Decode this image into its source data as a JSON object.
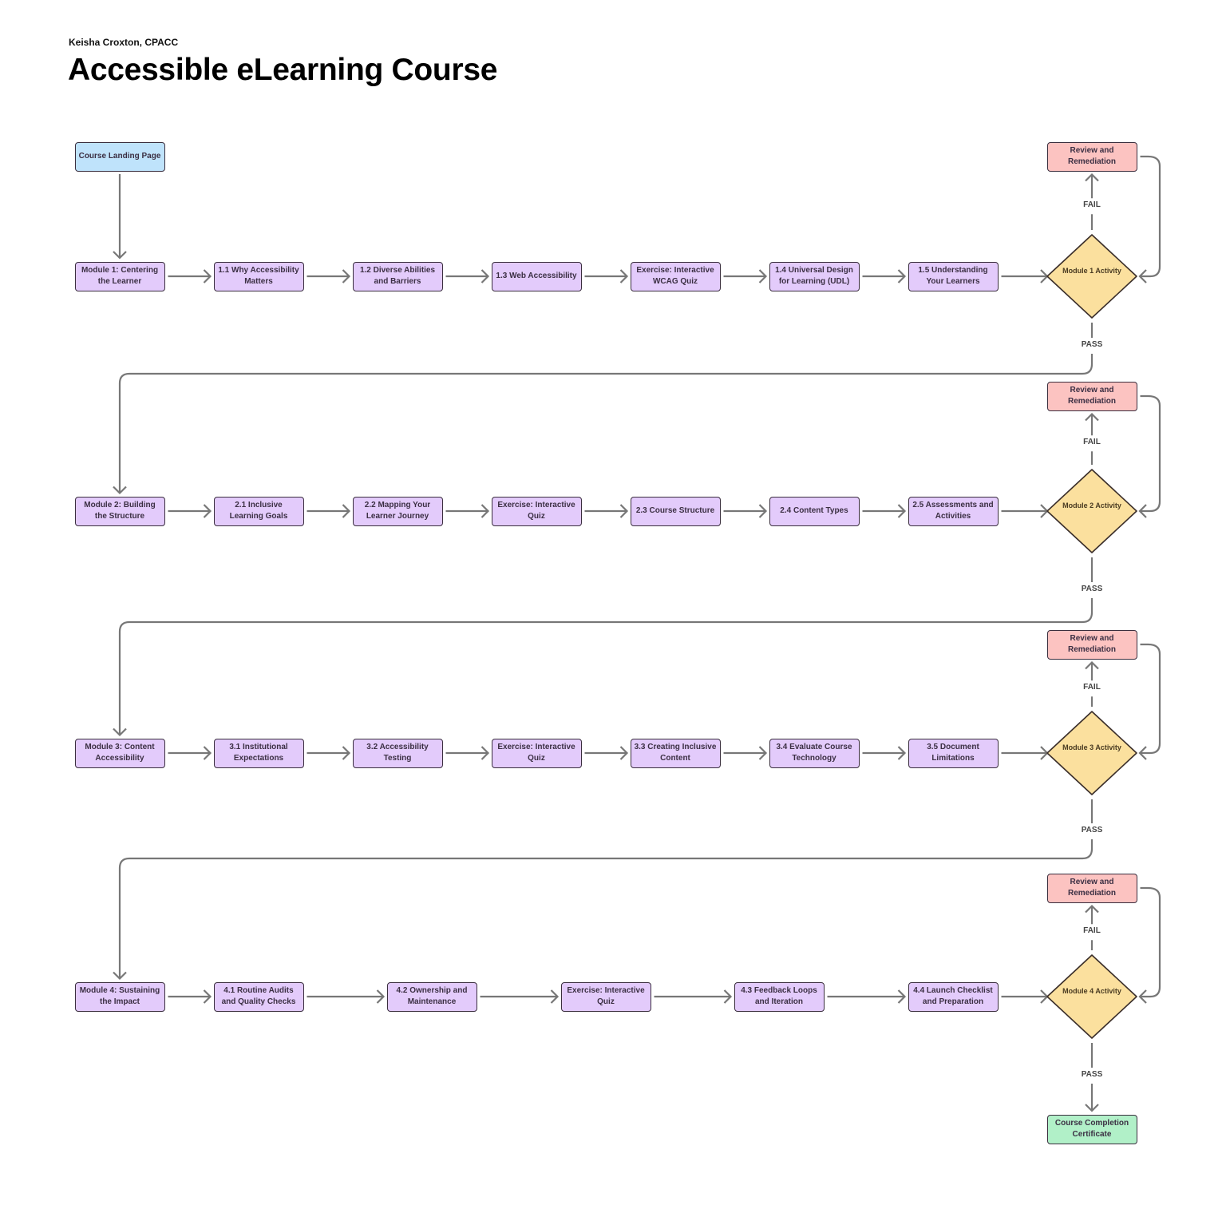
{
  "header": {
    "author": "Keisha Croxton, CPACC",
    "title": "Accessible eLearning Course"
  },
  "start": {
    "label": "Course Landing Page",
    "color": "#bfe3fb"
  },
  "colors": {
    "lesson": "#e3cbfb",
    "decision": "#fbe09e",
    "remediation": "#fcc3c1",
    "completion": "#b1f0c8",
    "start": "#bfe3fb",
    "edge": "#777777"
  },
  "modules": [
    {
      "nodes": [
        "Module 1: Centering the Learner",
        "1.1 Why Accessibility Matters",
        "1.2 Diverse Abilities and Barriers",
        "1.3  Web Accessibility",
        "Exercise: Interactive WCAG Quiz",
        "1.4  Universal Design for Learning (UDL)",
        "1.5  Understanding Your Learners"
      ],
      "decision": "Module 1 Activity",
      "remediation": "Review and Remediation",
      "fail_label": "FAIL",
      "pass_label": "PASS"
    },
    {
      "nodes": [
        "Module 2: Building the Structure",
        "2.1 Inclusive Learning Goals",
        "2.2 Mapping Your Learner Journey",
        "Exercise: Interactive Quiz",
        "2.3 Course Structure",
        "2.4 Content Types",
        "2.5 Assessments and Activities"
      ],
      "decision": "Module 2 Activity",
      "remediation": "Review and Remediation",
      "fail_label": "FAIL",
      "pass_label": "PASS"
    },
    {
      "nodes": [
        "Module 3: Content Accessibility",
        "3.1 Institutional Expectations",
        "3.2 Accessibility Testing",
        "Exercise: Interactive Quiz",
        "3.3 Creating Inclusive Content",
        "3.4 Evaluate Course Technology",
        "3.5 Document Limitations"
      ],
      "decision": "Module 3 Activity",
      "remediation": "Review and Remediation",
      "fail_label": "FAIL",
      "pass_label": "PASS"
    },
    {
      "nodes": [
        "Module 4: Sustaining the Impact",
        "4.1 Routine Audits and Quality Checks",
        "4.2  Ownership and Maintenance",
        "Exercise: Interactive Quiz",
        "4.3  Feedback Loops and Iteration",
        "4.4 Launch Checklist and Preparation"
      ],
      "decision": "Module 4 Activity",
      "remediation": "Review and Remediation",
      "fail_label": "FAIL",
      "pass_label": "PASS"
    }
  ],
  "end": {
    "label": "Course Completion Certificate",
    "color": "#b1f0c8"
  }
}
